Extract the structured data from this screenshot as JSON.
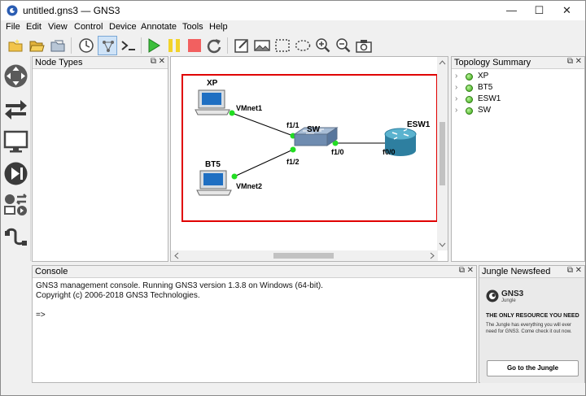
{
  "window": {
    "title": "untitled.gns3 — GNS3",
    "minimize_label": "—",
    "maximize_label": "☐",
    "close_label": "✕"
  },
  "menu": [
    "File",
    "Edit",
    "View",
    "Control",
    "Device",
    "Annotate",
    "Tools",
    "Help"
  ],
  "toolbar": {
    "icons": [
      "new-project-icon",
      "open-folder-icon",
      "snapshot-icon",
      "clock-icon",
      "show-interfaces-icon",
      "console-all-icon",
      "start-all-icon",
      "suspend-all-icon",
      "stop-all-icon",
      "reload-all-icon",
      "add-note-icon",
      "insert-image-icon",
      "draw-rectangle-icon",
      "draw-ellipse-icon",
      "zoom-in-icon",
      "zoom-out-icon",
      "screenshot-icon"
    ]
  },
  "left_toolbar": [
    "browse-routers-icon",
    "browse-switches-icon",
    "browse-end-devices-icon",
    "browse-security-icon",
    "browse-all-devices-icon",
    "add-link-icon"
  ],
  "node_types": {
    "title": "Node Types"
  },
  "topology_summary": {
    "title": "Topology Summary",
    "items": [
      "XP",
      "BT5",
      "ESW1",
      "SW"
    ]
  },
  "canvas": {
    "nodes": {
      "xp": "XP",
      "bt5": "BT5",
      "sw": "SW",
      "esw1": "ESW1"
    },
    "ports": {
      "vmnet1": "VMnet1",
      "vmnet2": "VMnet2",
      "f11": "f1/1",
      "f12": "f1/2",
      "f10_sw": "f1/0",
      "f00": "f0/0"
    }
  },
  "console": {
    "title": "Console",
    "line1": "GNS3 management console. Running GNS3 version 1.3.8 on Windows (64-bit).",
    "line2": "Copyright (c) 2006-2018 GNS3 Technologies.",
    "line3": "",
    "prompt": "=>"
  },
  "newsfeed": {
    "title": "Jungle Newsfeed",
    "brand": "GNS3",
    "brand_sub": "Jungle",
    "headline": "THE ONLY RESOURCE YOU NEED",
    "body": "The Jungle has everything you will ever need for GNS3. Come check it out now.",
    "button": "Go to the Jungle"
  },
  "dock_controls": {
    "float": "⧉",
    "close": "✕"
  },
  "colors": {
    "accent_red": "#e00000",
    "link_green": "#22cc22"
  }
}
